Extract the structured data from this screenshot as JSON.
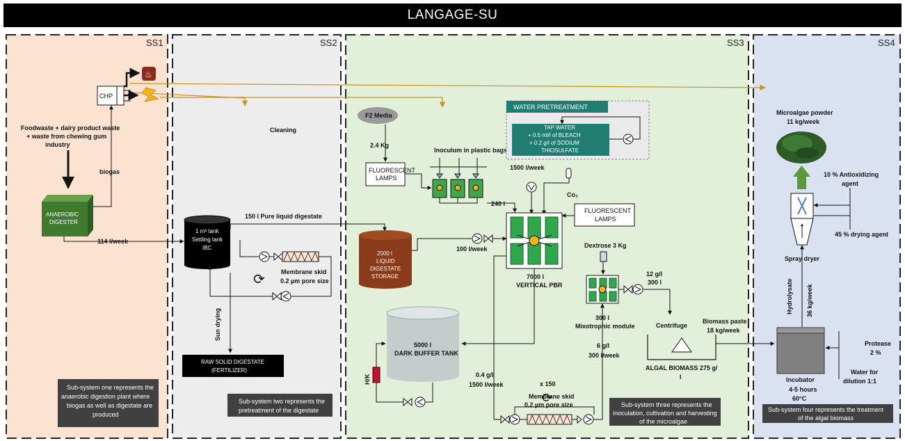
{
  "title": "LANGAGE-SU",
  "subsystems": {
    "ss1": {
      "label": "SS1",
      "description": [
        "Sub-system one represents the",
        "anaerobic digestion plant where",
        "biogas as well as digestate are",
        "produced"
      ]
    },
    "ss2": {
      "label": "SS2",
      "description": [
        "Sub-system two represents the",
        "pretreatment of the digestate"
      ]
    },
    "ss3": {
      "label": "SS3",
      "description": [
        "Sub-system three represents the",
        "inoculation, cultivation and harvesting",
        "of the microalgae"
      ]
    },
    "ss4": {
      "label": "SS4",
      "description": [
        "Sub-system four represents the treatment",
        "of the algal biomass"
      ]
    }
  },
  "ss1": {
    "feed": [
      "Foodwaste + dairy product waste",
      "+ waste from chewing gum",
      "industry"
    ],
    "chp": "CHP",
    "biogas": "biogas",
    "digester": [
      "ANAEROBIC",
      "DIGESTER"
    ],
    "flow_digestate": "114 l/week"
  },
  "ss2": {
    "cleaning": "Cleaning",
    "tank": [
      "1 m³ tank",
      "Settling tank",
      "IBC"
    ],
    "pure_digestate": "150 l Pure liquid digestate",
    "membrane": [
      "Membrane skid",
      "0.2 µm pore size"
    ],
    "sun_drying": "Sun drying",
    "raw_solid": [
      "RAW SOLID DIGESTATE",
      "(FERTILIZER)"
    ]
  },
  "ss3": {
    "f2_media": "F2 Media",
    "f2_mass": "2.4 Kg",
    "inoculum": "Inoculum in plastic bags",
    "lamps_left": [
      "FLUORESCENT",
      "LAMPS"
    ],
    "water_pretreatment": "WATER PRETREATMENT",
    "tap_water": [
      "TAP WATER",
      "+ 0.5 ml/l of BLEACH",
      "+ 0.2 g/l of SODIUM",
      "THIOSULFATE"
    ],
    "flow_water": "1500 l/week",
    "co2": "Co₂",
    "vol_240": "240 l",
    "lamps_right": [
      "FLUORESCENT",
      "LAMPS"
    ],
    "storage": [
      "2500 l",
      "LIQUID",
      "DIGESTATE",
      "STORAGE"
    ],
    "flow_100": "100 l/week",
    "pbr": [
      "7000 l",
      "VERTICAL PBR"
    ],
    "dextrose": "Dextrose 3 Kg",
    "mixo_conc": [
      "12 g/l",
      "300 l"
    ],
    "mixotrophic": [
      "300 l",
      "Mixotrophic module"
    ],
    "centrifuge": "Centrifuge",
    "biomass_paste": [
      "Biomass paste",
      "18 kg/week"
    ],
    "buffer": [
      "5000 l",
      "DARK BUFFER TANK"
    ],
    "hk": "H/K",
    "flow_04": [
      "0.4 g/l",
      "1500 l/week"
    ],
    "x150": "x 150",
    "membrane": [
      "Membrane skid",
      "0.2 µm pore size"
    ],
    "flow_6": [
      "6 g/l",
      "300 l/week"
    ],
    "algal_biomass": [
      "ALGAL BIOMASS 275 g/",
      "l"
    ]
  },
  "ss4": {
    "powder": [
      "Microalgae powder",
      "11 kg/week"
    ],
    "antioxidizing": [
      "10 % Antioxidizing",
      "agent"
    ],
    "drying_agent": "45 % drying agent",
    "spray_dryer": "Spray dryer",
    "hydrolysate": "Hydrolysate",
    "flow_36": "36 kg/week",
    "protease": [
      "Protease",
      "2 %"
    ],
    "water_dilution": [
      "Water for",
      "dilution 1:1"
    ],
    "incubator": [
      "Incubator",
      "4-5 hours",
      "60°C"
    ]
  }
}
